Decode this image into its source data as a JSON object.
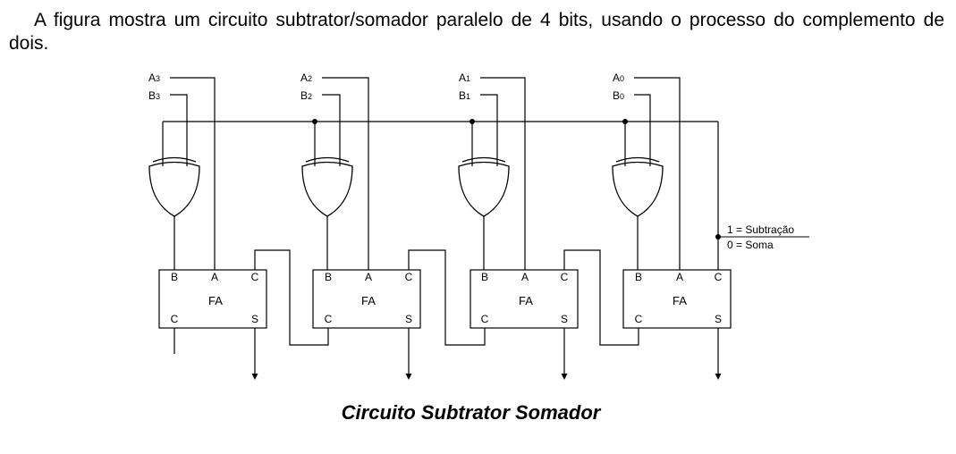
{
  "intro_text": "A figura mostra um circuito subtrator/somador paralelo de 4 bits, usando o processo do complemento de dois.",
  "control_label_sub": "1 = Subtração",
  "control_label_sum": "0 = Soma",
  "caption": "Circuito Subtrator Somador",
  "stages": [
    {
      "a_name": "A",
      "a_index": "3",
      "b_name": "B",
      "b_index": "3",
      "pin_b": "B",
      "pin_a": "A",
      "pin_cin": "C",
      "block_label": "FA",
      "pin_cout": "C",
      "pin_s": "S"
    },
    {
      "a_name": "A",
      "a_index": "2",
      "b_name": "B",
      "b_index": "2",
      "pin_b": "B",
      "pin_a": "A",
      "pin_cin": "C",
      "block_label": "FA",
      "pin_cout": "C",
      "pin_s": "S"
    },
    {
      "a_name": "A",
      "a_index": "1",
      "b_name": "B",
      "b_index": "1",
      "pin_b": "B",
      "pin_a": "A",
      "pin_cin": "C",
      "block_label": "FA",
      "pin_cout": "C",
      "pin_s": "S"
    },
    {
      "a_name": "A",
      "a_index": "0",
      "b_name": "B",
      "b_index": "0",
      "pin_b": "B",
      "pin_a": "A",
      "pin_cin": "C",
      "block_label": "FA",
      "pin_cout": "C",
      "pin_s": "S"
    }
  ]
}
